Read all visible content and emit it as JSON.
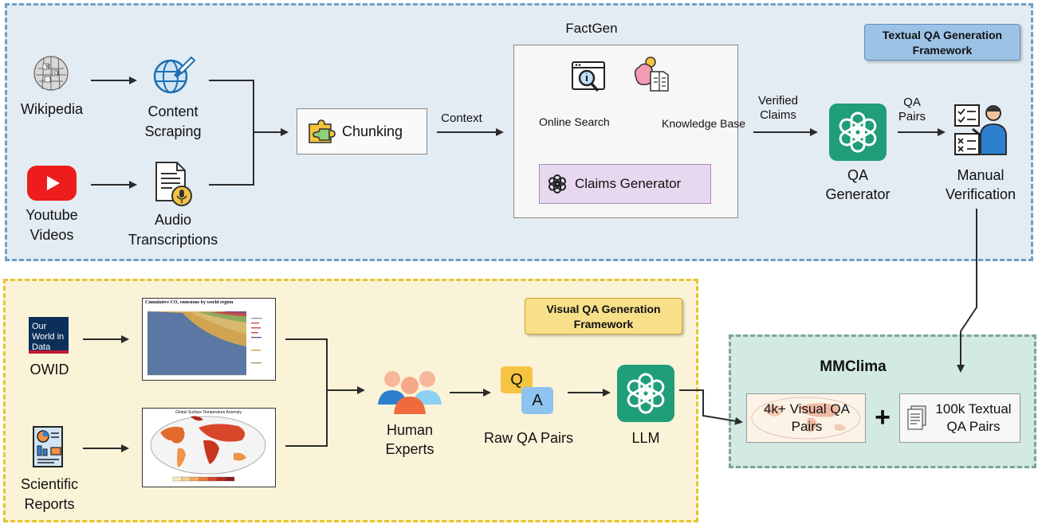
{
  "textual": {
    "framework_label": "Textual QA Generation Framework",
    "wikipedia": "Wikipedia",
    "youtube": "Youtube Videos",
    "content_scraping": "Content Scraping",
    "audio_transcriptions": "Audio Transcriptions",
    "chunking": "Chunking",
    "context": "Context",
    "factgen": "FactGen",
    "online_search": "Online Search",
    "knowledge_base": "Knowledge Base",
    "claims_generator": "Claims Generator",
    "verified_claims": "Verified Claims",
    "qa_generator": "QA Generator",
    "qa_pairs": "QA Pairs",
    "manual_verification": "Manual Verification"
  },
  "visual": {
    "framework_label": "Visual QA Generation Framework",
    "owid_logo": "Our World in Data",
    "owid": "OWID",
    "scientific_reports": "Scientific Reports",
    "chart_title": "Cumulative CO₂ emissions by world region",
    "map_title": "Global Surface Temperature Anomaly",
    "human_experts": "Human Experts",
    "raw_qa_pairs": "Raw QA Pairs",
    "q_letter": "Q",
    "a_letter": "A",
    "llm": "LLM"
  },
  "mmclima": {
    "title": "MMClima",
    "visual_pairs": "4k+ Visual QA Pairs",
    "plus": "+",
    "textual_pairs": "100k Textual QA Pairs"
  },
  "colors": {
    "textual_bg": "#e4ecf3",
    "visual_bg": "#fbf3d8",
    "mmclima_bg": "#d2e9e4",
    "gpt_green": "#1f9e78",
    "claims_purple": "#e7d7ef"
  }
}
